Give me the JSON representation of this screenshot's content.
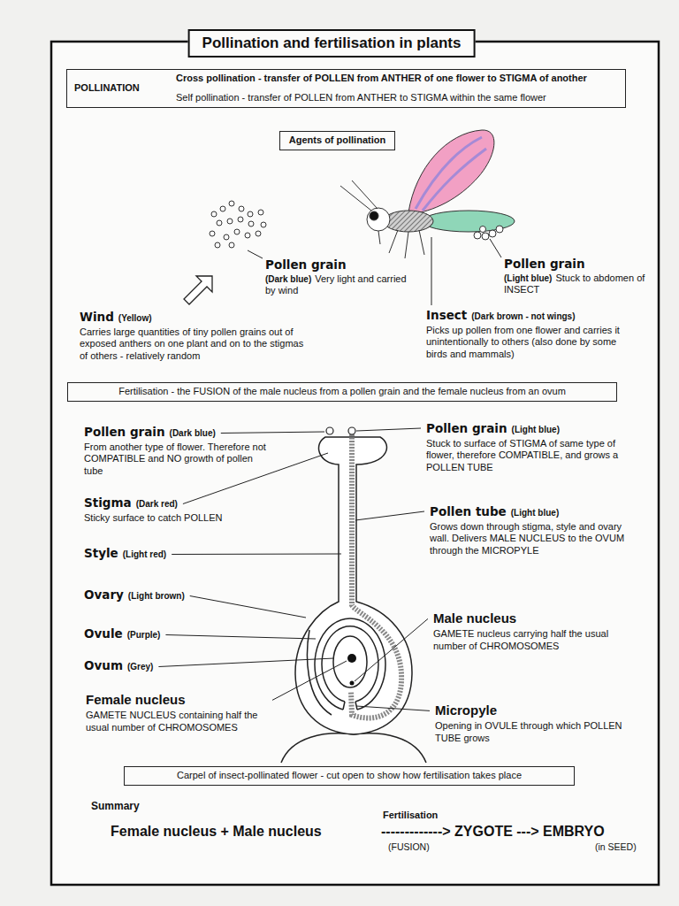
{
  "diagram": {
    "title": "Pollination and fertilisation in plants",
    "nodes": [
      {
        "text": [
          "POLLINATION",
          "Cross pollination - transfer of POLLEN from ANTHER of one flower to STIGMA of another",
          "Self pollination - transfer of POLLEN from ANTHER to STIGMA within the same flower"
        ]
      },
      {
        "text": [
          "Agents of pollination"
        ]
      },
      {
        "text": [
          "Fertilisation - the FUSION of the male nucleus from a pollen grain and the female nucleus from an ovum"
        ]
      },
      {
        "text": [
          "Carpel of insect-pollinated flower - cut open to show how fertilisation takes place"
        ]
      }
    ],
    "labels": [
      "Pollen grain",
      "(Dark blue)",
      "Very light and carried by wind",
      "Pollen grain",
      "(Light blue)",
      "Stuck to abdomen of INSECT",
      "Wind",
      "(Yellow)",
      "Carries large quantities of tiny pollen grains out of exposed anthers on one plant and on to the stigmas of others - relatively random",
      "Insect",
      "(Dark brown - not wings)",
      "Picks up pollen from one flower and carries it unintentionally to others (also done by some birds and mammals)",
      "Pollen grain",
      "(Dark blue)",
      "From another type of flower. Therefore not COMPATIBLE and NO growth of pollen tube",
      "Pollen grain",
      "(Light blue)",
      "Stuck to surface of STIGMA of same type of flower, therefore COMPATIBLE, and grows a POLLEN TUBE",
      "Stigma",
      "(Dark red)",
      "Sticky surface to catch POLLEN",
      "Pollen tube",
      "(Light blue)",
      "Grows down through stigma, style and ovary wall. Delivers MALE NUCLEUS to the OVUM through the MICROPYLE",
      "Style",
      "(Light red)",
      "Ovary",
      "(Light brown)",
      "Male nucleus",
      "GAMETE nucleus carrying half the usual number of CHROMOSOMES",
      "Ovule",
      "(Purple)",
      "Ovum",
      "(Grey)",
      "Female nucleus",
      "GAMETE NUCLEUS containing half the usual number of CHROMOSOMES",
      "Micropyle",
      "Opening in OVULE through which POLLEN TUBE grows",
      "Summary",
      "Fertilisation",
      "Female nucleus + Male nucleus",
      "-------------> ZYGOTE ---> EMBRYO",
      "(FUSION)",
      "(in SEED)"
    ]
  }
}
